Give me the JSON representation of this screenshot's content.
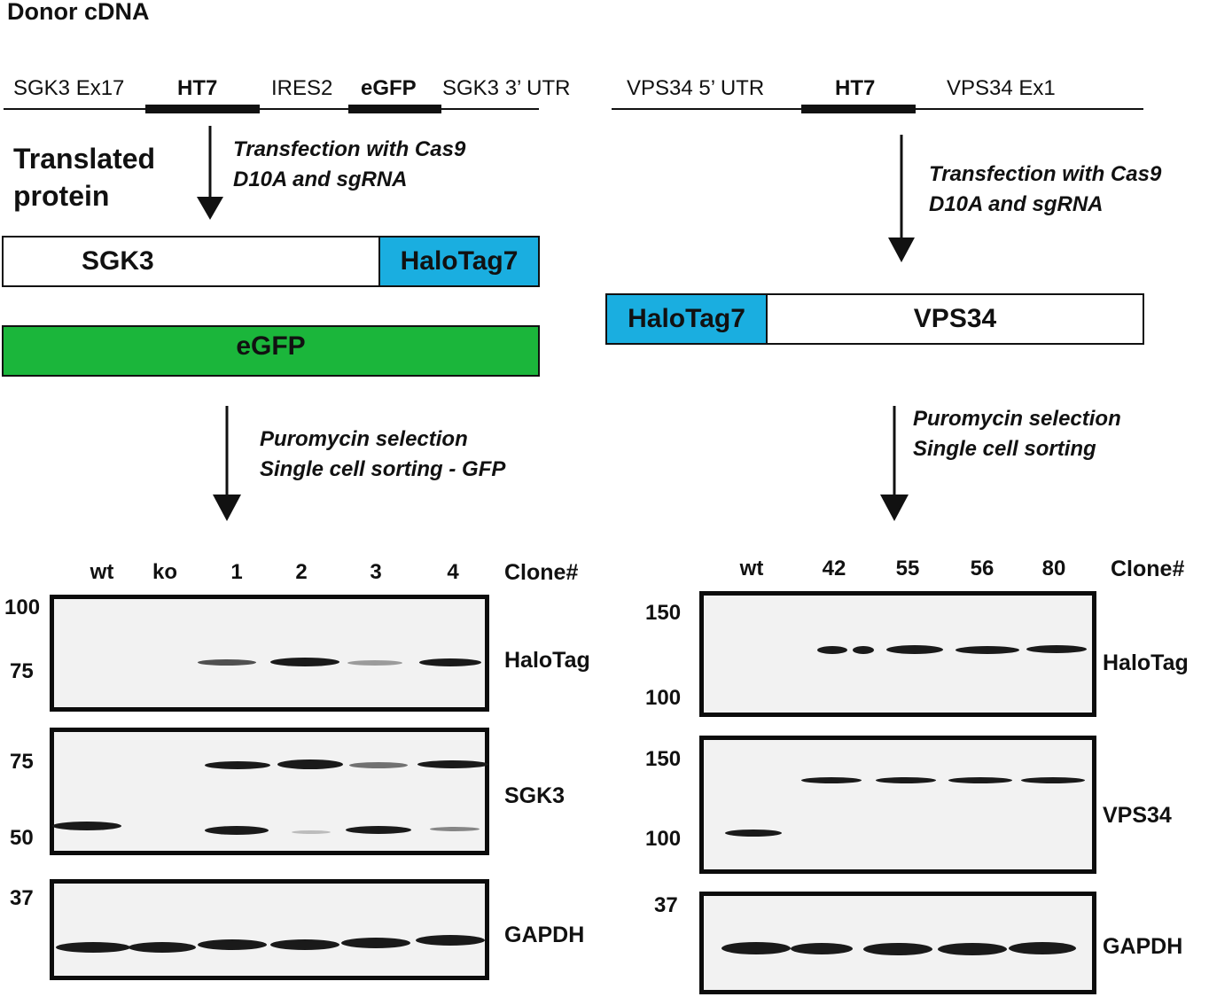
{
  "title": "Donor cDNA",
  "left_construct": {
    "segments": [
      "SGK3 Ex17",
      "HT7",
      "IRES2",
      "eGFP",
      "SGK3 3’ UTR"
    ],
    "translated_heading": [
      "Translated",
      "protein"
    ],
    "transfection": [
      "Transfection with Cas9",
      "D10A and sgRNA"
    ],
    "fusion": {
      "protein": "SGK3",
      "tag": "HaloTag7"
    },
    "reporter": "eGFP",
    "selection": [
      "Puromycin selection",
      "Single cell sorting - GFP"
    ]
  },
  "right_construct": {
    "segments": [
      "VPS34 5’ UTR",
      "HT7",
      "VPS34 Ex1"
    ],
    "transfection": [
      "Transfection with Cas9",
      "D10A and sgRNA"
    ],
    "fusion": {
      "tag": "HaloTag7",
      "protein": "VPS34"
    },
    "selection": [
      "Puromycin selection",
      "Single cell sorting"
    ]
  },
  "left_blot": {
    "lanes": [
      "wt",
      "ko",
      "1",
      "2",
      "3",
      "4"
    ],
    "lane_header": "Clone#",
    "panels": [
      {
        "label": "HaloTag",
        "markers": [
          "100",
          "75"
        ]
      },
      {
        "label": "SGK3",
        "markers": [
          "75",
          "50"
        ]
      },
      {
        "label": "GAPDH",
        "markers": [
          "37"
        ]
      }
    ]
  },
  "right_blot": {
    "lanes": [
      "wt",
      "42",
      "55",
      "56",
      "80"
    ],
    "lane_header": "Clone#",
    "panels": [
      {
        "label": "HaloTag",
        "markers": [
          "150",
          "100"
        ]
      },
      {
        "label": "VPS34",
        "markers": [
          "150",
          "100"
        ]
      },
      {
        "label": "GAPDH",
        "markers": [
          "37"
        ]
      }
    ]
  },
  "colors": {
    "halotag": "#1aaee0",
    "egfp": "#1bb63b",
    "ink": "#111111"
  }
}
